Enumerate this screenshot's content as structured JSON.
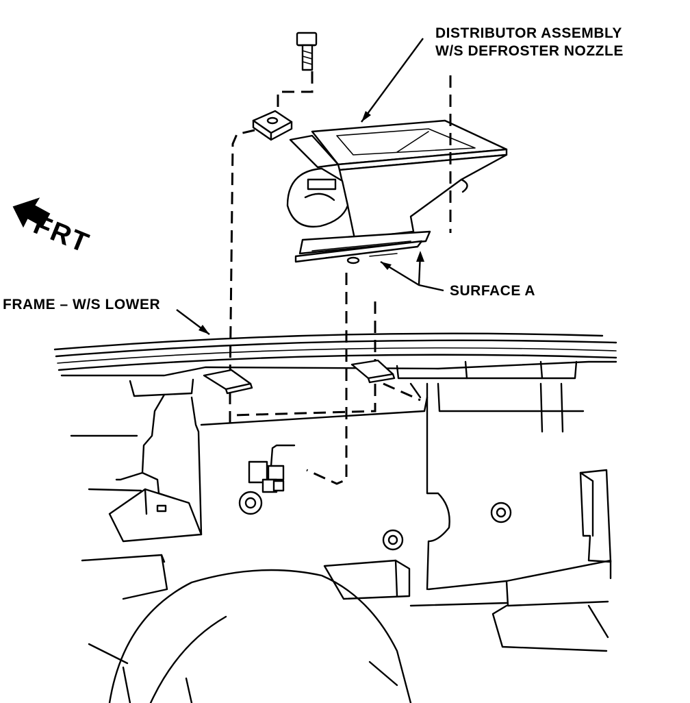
{
  "labels": {
    "distributor_line1": "DISTRIBUTOR ASSEMBLY",
    "distributor_line2": "W/S DEFROSTER NOZZLE",
    "frame": "FRAME – W/S LOWER",
    "surface": "SURFACE A",
    "front": "FRT"
  },
  "colors": {
    "ink": "#000000",
    "paper": "#ffffff"
  },
  "icons": {
    "front_direction": "arrow-up-left-icon"
  }
}
